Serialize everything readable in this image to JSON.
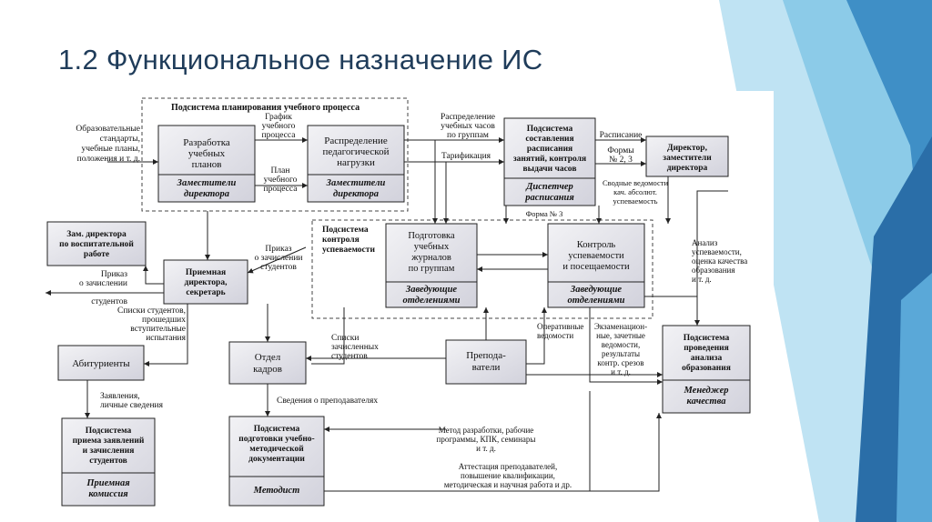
{
  "title": "1.2 Функциональное назначение ИС",
  "diagram": {
    "groups": {
      "planning": "Подсистема планирования учебного процесса",
      "control": [
        "Подсистема",
        "контроля",
        "успеваемости"
      ]
    },
    "boxes": {
      "curriculum": {
        "lines": [
          "Разработка",
          "учебных",
          "планов"
        ],
        "role": [
          "Заместители",
          "директора"
        ]
      },
      "load": {
        "lines": [
          "Распределение",
          "педагогической",
          "нагрузки"
        ],
        "role": [
          "Заместители",
          "директора"
        ]
      },
      "schedule": {
        "lines": [
          "Подсистема",
          "составления",
          "расписания",
          "занятий, контроля",
          "выдачи часов"
        ],
        "role": [
          "Диспетчер",
          "расписания"
        ]
      },
      "director": {
        "lines": [
          "Директор,",
          "заместители",
          "директора"
        ]
      },
      "deputy_edu": {
        "lines": [
          "Зам. директора",
          "по воспитательной",
          "работе"
        ]
      },
      "reception": {
        "lines": [
          "Приемная",
          "директора,",
          "секретарь"
        ]
      },
      "journals": {
        "lines": [
          "Подготовка",
          "учебных",
          "журналов",
          "по группам"
        ],
        "role": [
          "Заведующие",
          "отделениями"
        ]
      },
      "progress": {
        "lines": [
          "Контроль",
          "успеваемости",
          "и посещаемости"
        ],
        "role": [
          "Заведующие",
          "отделениями"
        ]
      },
      "applicants": {
        "lines": [
          "Абитуриенты"
        ]
      },
      "hr": {
        "lines": [
          "Отдел",
          "кадров"
        ]
      },
      "teachers": {
        "lines": [
          "Препода-",
          "ватели"
        ]
      },
      "quality": {
        "lines": [
          "Подсистема",
          "проведения",
          "анализа",
          "образования"
        ],
        "role": [
          "Менеджер",
          "качества"
        ]
      },
      "admission": {
        "lines": [
          "Подсистема",
          "приема заявлений",
          "и зачисления",
          "студентов"
        ],
        "role": [
          "Приемная",
          "комиссия"
        ]
      },
      "methodical": {
        "lines": [
          "Подсистема",
          "подготовки учебно-",
          "методической",
          "документации"
        ],
        "role": [
          "Методист"
        ]
      }
    },
    "labels": {
      "standards": [
        "Образовательные",
        "стандарты,",
        "учебные планы,",
        "положения и т. д."
      ],
      "schedule_graph": [
        "График",
        "учебного",
        "процесса"
      ],
      "plan": [
        "План",
        "учебного",
        "процесса"
      ],
      "hours_distribution": [
        "Распределение",
        "учебных часов",
        "по группам"
      ],
      "tariff": "Тарификация",
      "timetable": "Расписание",
      "forms23": [
        "Формы",
        "№ 2, 3"
      ],
      "summary": [
        "Сводные ведомости",
        "кач. абсолют.",
        "успеваемость"
      ],
      "form3": "Форма № 3",
      "enroll_order": [
        "Приказ",
        "о зачислении",
        "студентов"
      ],
      "enroll_order_left": [
        "Приказ",
        "о зачислении",
        "студентов"
      ],
      "analysis": [
        "Анализ",
        "успеваемости,",
        "оценка качества",
        "образования",
        "и т. д."
      ],
      "student_lists_passed": [
        "Списки студентов,",
        "прошедших",
        "вступительные",
        "испытания"
      ],
      "student_lists": [
        "Списки",
        "зачисленных",
        "студентов"
      ],
      "operative": [
        "Оперативные",
        "ведомости"
      ],
      "exam_sheets": [
        "Экзаменацион-",
        "ные, зачетные",
        "ведомости,",
        "результаты",
        "контр. срезов",
        "и т. д."
      ],
      "applications": [
        "Заявления,",
        "личные сведения"
      ],
      "teacher_info": "Сведения о преподавателях",
      "method_dev": [
        "Метод разработки, рабочие",
        "программы, КПК, семинары",
        "и т. д."
      ],
      "attestation": [
        "Аттестация преподавателей,",
        "повышение квалификации,",
        "методическая и научная работа и др."
      ]
    }
  }
}
